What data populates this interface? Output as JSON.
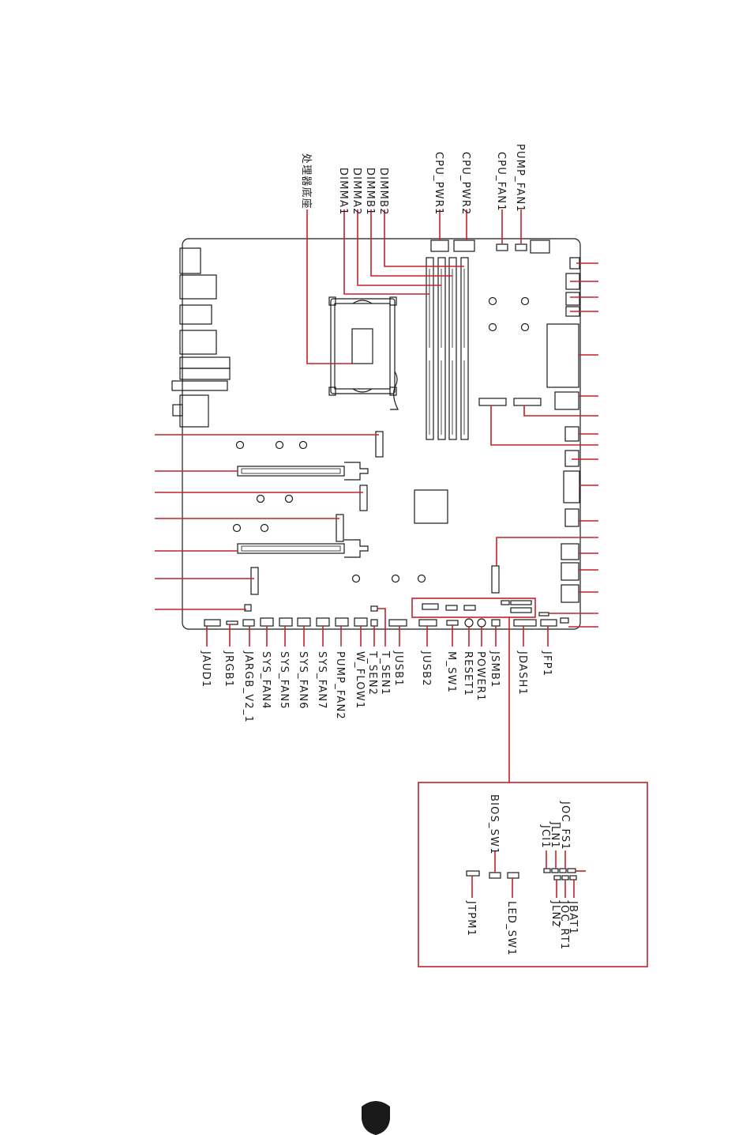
{
  "labels": {
    "top": [
      "处理器底座",
      "DIMMA1",
      "DIMMA2",
      "DIMMB1",
      "DIMMB2",
      "CPU_PWR1",
      "CPU_PWR2",
      "CPU_FAN1",
      "PUMP_FAN1"
    ],
    "bottom": [
      "JAUD1",
      "JRGB1",
      "JARGB_V2_1",
      "SYS_FAN4",
      "SYS_FAN5",
      "SYS_FAN6",
      "SYS_FAN7",
      "PUMP_FAN2",
      "W_FLOW1",
      "T_SEN1",
      "T_SEN2",
      "JUSB1",
      "JUSB2",
      "M_SW1",
      "RESET1",
      "POWER1",
      "JSMB1",
      "JDASH1",
      "JFP1"
    ],
    "inset": [
      "JOC_FS1",
      "JLN1",
      "JCI1",
      "BIOS_SW1",
      "JBAT1",
      "JOC_RT1",
      "JLN2",
      "LED_SW1",
      "JTPM1"
    ]
  },
  "colors": {
    "accent": "#c8202a",
    "line": "#1a1a1a"
  },
  "logo": "shield-logo"
}
